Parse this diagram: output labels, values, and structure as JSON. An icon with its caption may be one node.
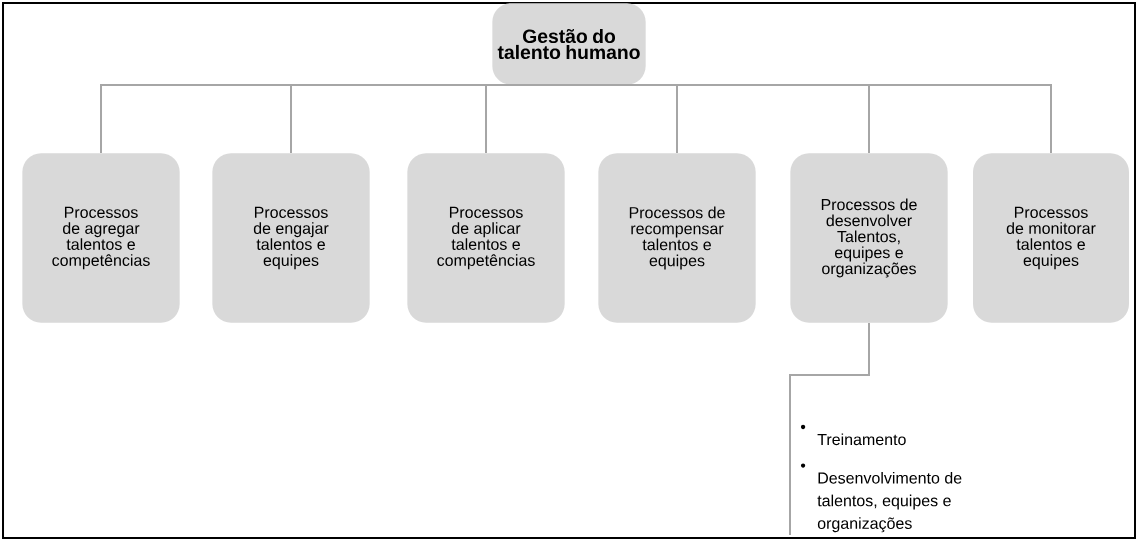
{
  "diagram": {
    "nodes": [
      {
        "text": [
          "Gestão do talento humano"
        ]
      },
      {
        "text": [
          "Processos de agregar talentos e competências"
        ]
      },
      {
        "text": [
          "Processos de engajar talentos e equipes"
        ]
      },
      {
        "text": [
          "Processos de aplicar talentos e competências"
        ]
      },
      {
        "text": [
          "Processos de recompensar talentos e equipes"
        ]
      },
      {
        "text": [
          "Processos de desenvolver Talentos, equipes e organizações"
        ]
      },
      {
        "text": [
          "Processos de monitorar talentos e equipes"
        ]
      },
      {
        "text": [
          "Treinamento",
          "Desenvolvimento de talentos, equipes e organizações"
        ]
      }
    ],
    "edges": [
      {
        "from": 0,
        "to": 1,
        "arrow": "none"
      },
      {
        "from": 0,
        "to": 2,
        "arrow": "none"
      },
      {
        "from": 0,
        "to": 3,
        "arrow": "none"
      },
      {
        "from": 0,
        "to": 4,
        "arrow": "none"
      },
      {
        "from": 0,
        "to": 5,
        "arrow": "none"
      },
      {
        "from": 0,
        "to": 6,
        "arrow": "none"
      },
      {
        "from": 5,
        "to": 7,
        "arrow": "none"
      }
    ]
  }
}
